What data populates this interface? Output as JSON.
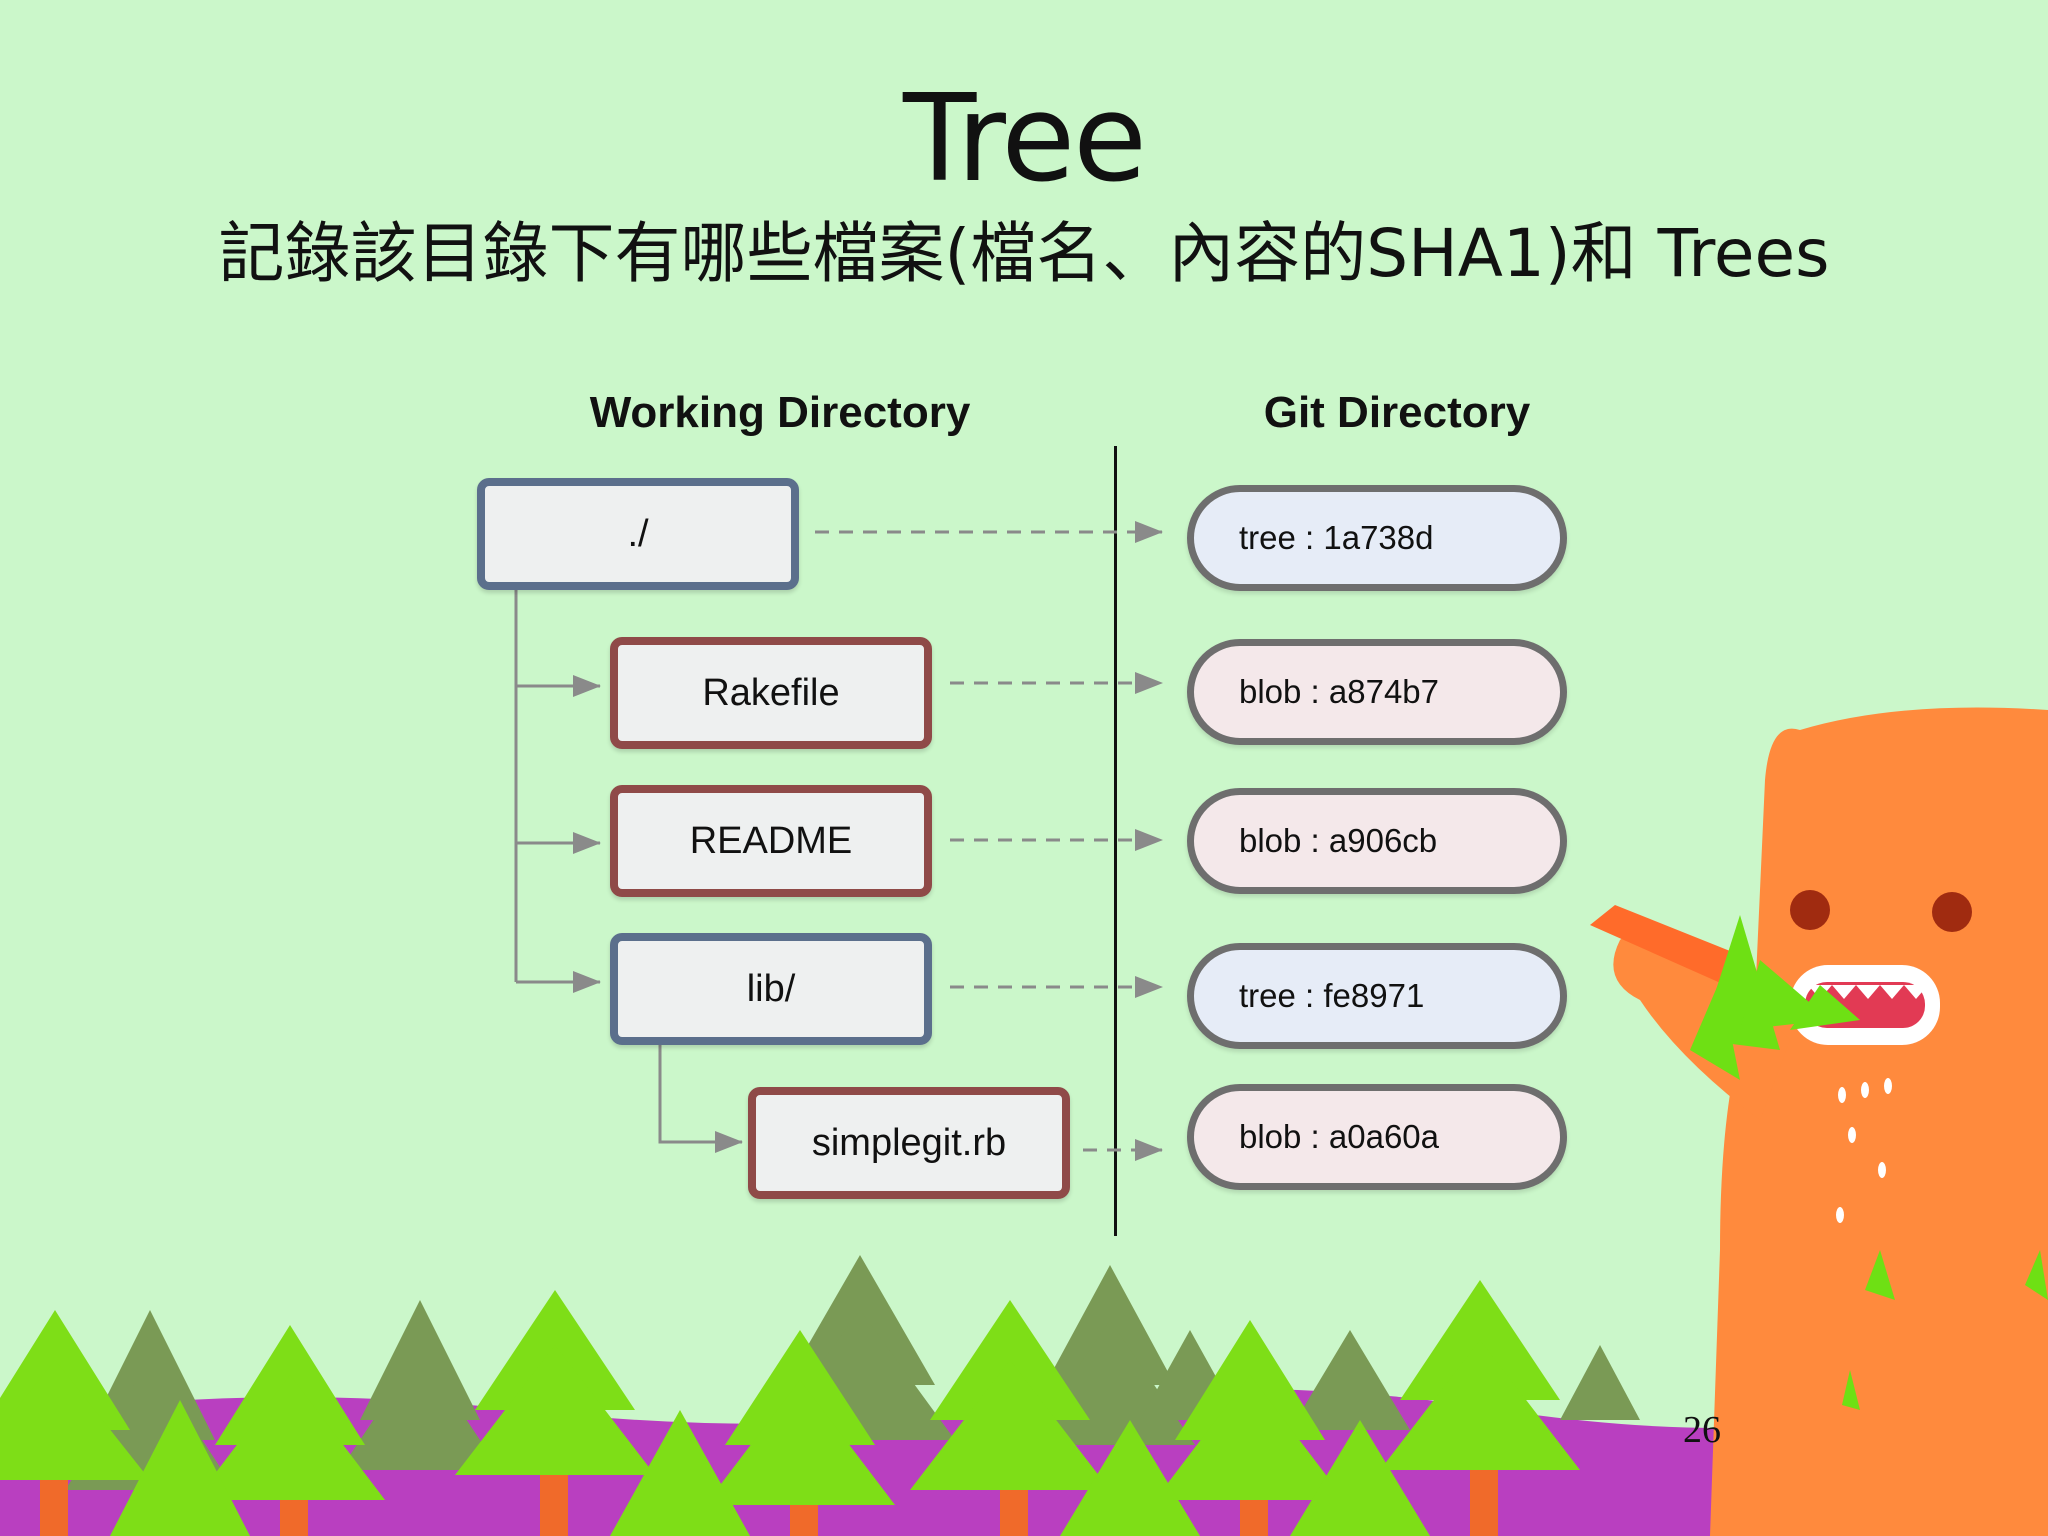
{
  "slide": {
    "title": "Tree",
    "subtitle": "記錄該目錄下有哪些檔案(檔名、內容的SHA1)和 Trees",
    "page_number": "26"
  },
  "diagram": {
    "left_heading": "Working Directory",
    "right_heading": "Git Directory",
    "working_items": [
      {
        "label": "./",
        "kind": "tree"
      },
      {
        "label": "Rakefile",
        "kind": "blob"
      },
      {
        "label": "README",
        "kind": "blob"
      },
      {
        "label": "lib/",
        "kind": "tree"
      },
      {
        "label": "simplegit.rb",
        "kind": "blob"
      }
    ],
    "git_objects": [
      {
        "label": "tree : 1a738d",
        "kind": "tree"
      },
      {
        "label": "blob : a874b7",
        "kind": "blob"
      },
      {
        "label": "blob : a906cb",
        "kind": "blob"
      },
      {
        "label": "tree : fe8971",
        "kind": "tree"
      },
      {
        "label": "blob : a0a60a",
        "kind": "blob"
      }
    ]
  },
  "colors": {
    "background": "#cbf7ca",
    "tree_border": "#5b6f8c",
    "blob_border": "#8f4a48",
    "monster": "#ff8a3d",
    "grass_green": "#7ede17",
    "hills_purple": "#b93fc0"
  }
}
